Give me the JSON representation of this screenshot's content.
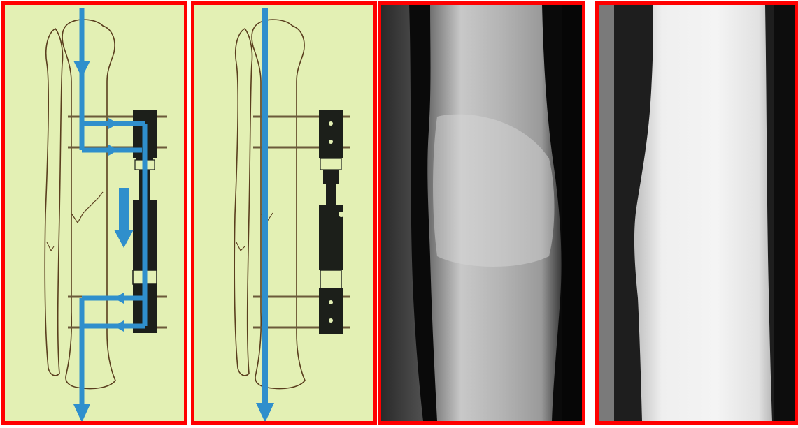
{
  "colors": {
    "frame_border": "#ff0000",
    "diagram_background": "#e3f0b4",
    "bone_outline": "#5a3e1e",
    "load_arrow": "#2f8fcc",
    "fixator_body": "#1c1f1a",
    "xray_background": "#000000"
  },
  "panels": [
    {
      "kind": "diagram",
      "description_tag": "fixator-load-sharing"
    },
    {
      "kind": "diagram",
      "description_tag": "fixator-after-union"
    },
    {
      "kind": "radiograph",
      "description_tag": "fracture-healing-xray"
    },
    {
      "kind": "radiograph",
      "description_tag": "remodelled-bone-xray"
    }
  ]
}
